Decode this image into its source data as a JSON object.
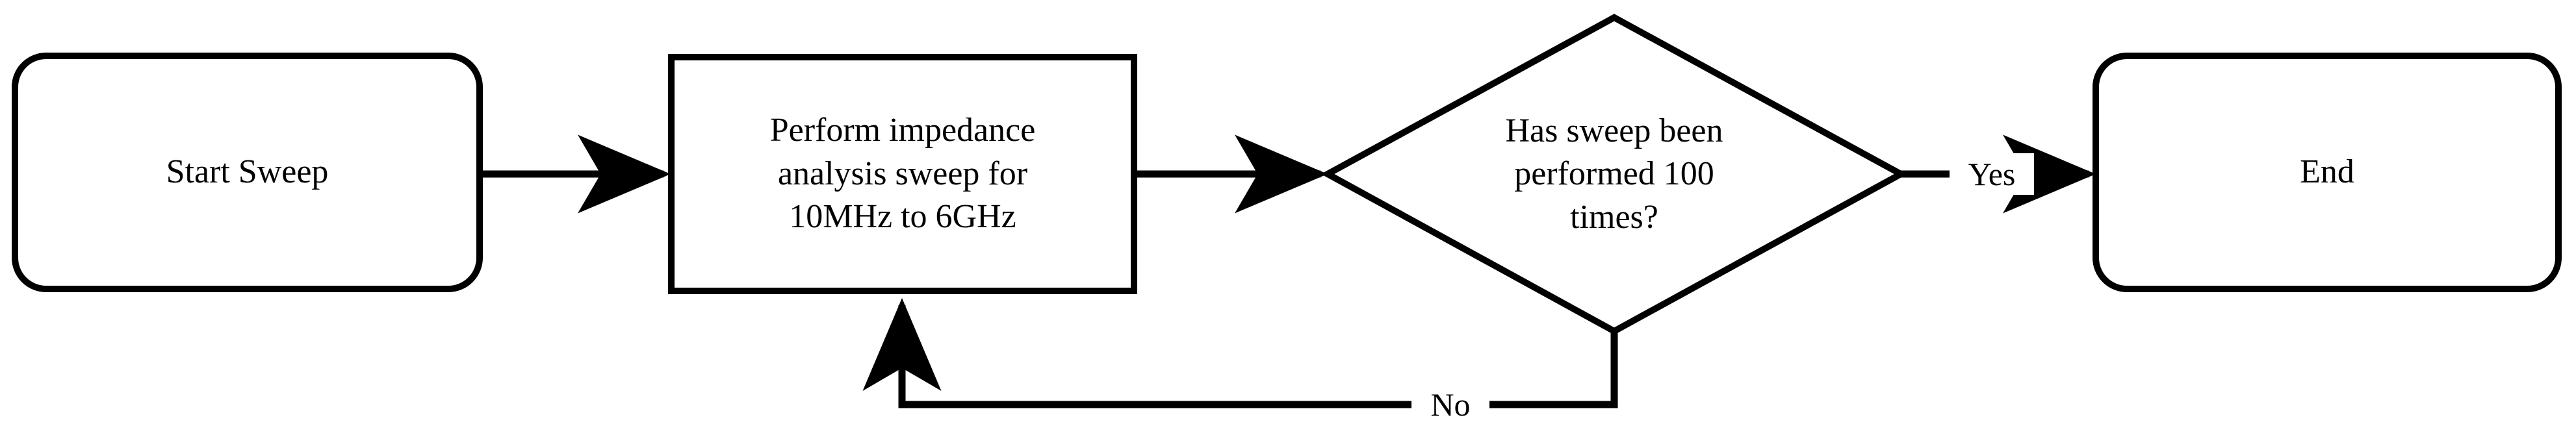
{
  "diagram": {
    "type": "flowchart",
    "orientation": "left-to-right",
    "stroke_color": "#000000",
    "background_color": "#ffffff",
    "nodes": [
      {
        "id": "start",
        "shape": "rounded-rectangle",
        "label": "Start Sweep"
      },
      {
        "id": "process",
        "shape": "rectangle",
        "label": "Perform impedance\nanalysis sweep for\n10MHz to 6GHz"
      },
      {
        "id": "decision",
        "shape": "diamond",
        "label": "Has sweep been\nperformed 100\ntimes?"
      },
      {
        "id": "end",
        "shape": "rounded-rectangle",
        "label": "End"
      }
    ],
    "edges": [
      {
        "id": "start-to-process",
        "from": "start",
        "to": "process",
        "label": ""
      },
      {
        "id": "process-to-decision",
        "from": "process",
        "to": "decision",
        "label": ""
      },
      {
        "id": "decision-yes-to-end",
        "from": "decision",
        "to": "end",
        "label": "Yes"
      },
      {
        "id": "decision-no-to-process",
        "from": "decision",
        "to": "process",
        "label": "No"
      }
    ]
  }
}
